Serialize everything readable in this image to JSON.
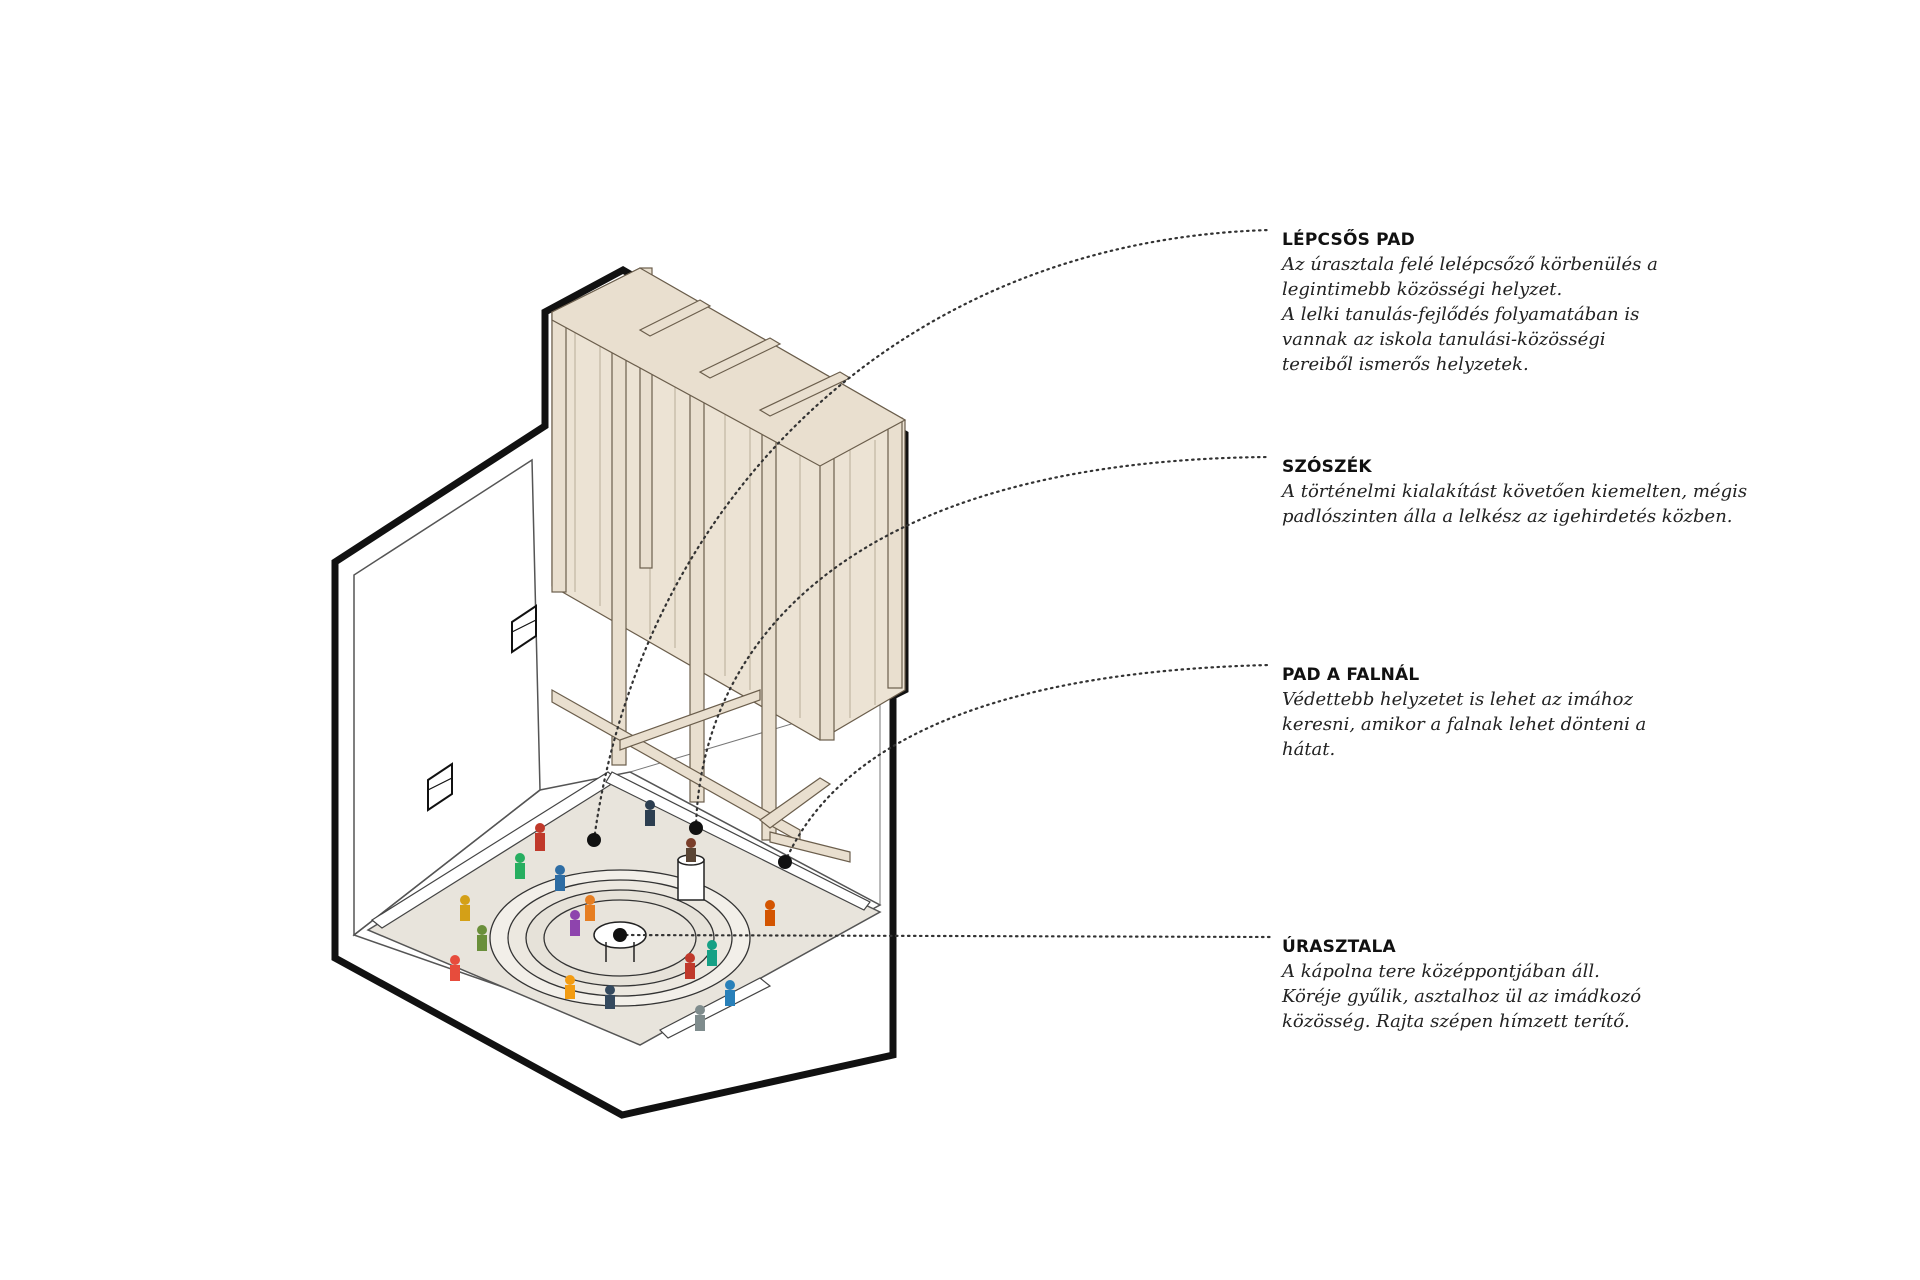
{
  "annotations": [
    {
      "title": "LÉPCSŐS PAD",
      "lines": [
        "Az úrasztala felé lelépcsőző körbenülés a",
        "legintimebb közösségi helyzet.",
        "A lelki tanulás-fejlődés folyamatában is",
        "vannak az iskola tanulási-közösségi",
        "tereiből ismerős helyzetek."
      ]
    },
    {
      "title": "SZÓSZÉK",
      "lines": [
        "A történelmi kialakítást követően kiemelten, mégis",
        "padlószinten álla a lelkész az igehirdetés közben."
      ]
    },
    {
      "title": "PAD A FALNÁL",
      "lines": [
        "Védettebb helyzetet is lehet az imához",
        "keresni, amikor a falnak lehet dönteni a",
        "hátat."
      ]
    },
    {
      "title": "ÚRASZTALA",
      "lines": [
        "A kápolna tere középpontjában áll.",
        "Köréje gyűlik, asztalhoz ül az imádkozó",
        "közösség. Rajta szépen hímzett terítő."
      ]
    }
  ],
  "colors": {
    "outline": "#111111",
    "floor": "#e8e4dc",
    "timber": "#e9dfcf",
    "timber_edge": "#6b5e4c",
    "leader": "#333333"
  }
}
